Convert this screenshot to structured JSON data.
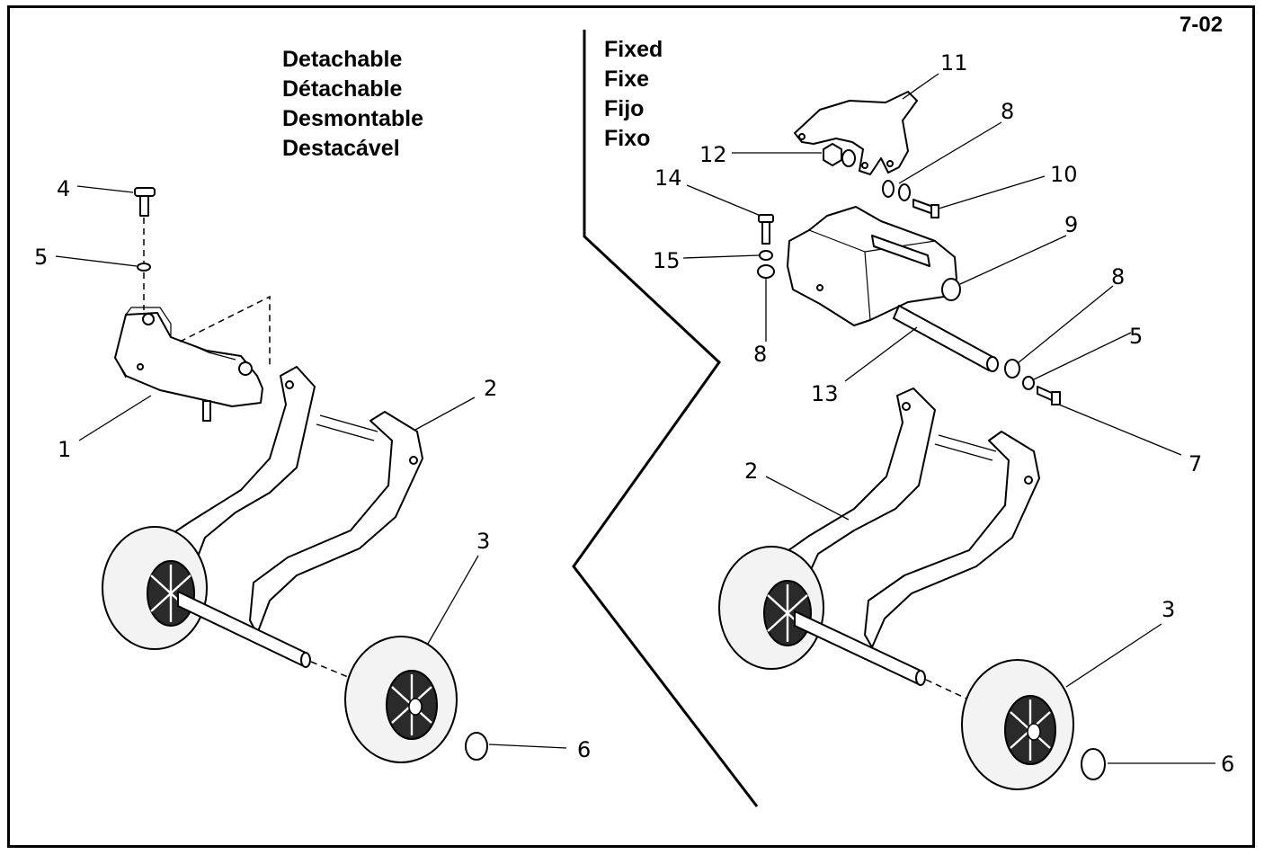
{
  "page_number": "7-02",
  "detachable": {
    "labels": [
      "Detachable",
      "Détachable",
      "Desmontable",
      "Destacável"
    ],
    "callouts": [
      "4",
      "5",
      "1",
      "2",
      "3",
      "6"
    ]
  },
  "fixed": {
    "labels": [
      "Fixed",
      "Fixe",
      "Fijo",
      "Fixo"
    ],
    "callouts": [
      "11",
      "8",
      "12",
      "14",
      "10",
      "9",
      "15",
      "8",
      "5",
      "13",
      "7",
      "2",
      "3",
      "6"
    ]
  }
}
